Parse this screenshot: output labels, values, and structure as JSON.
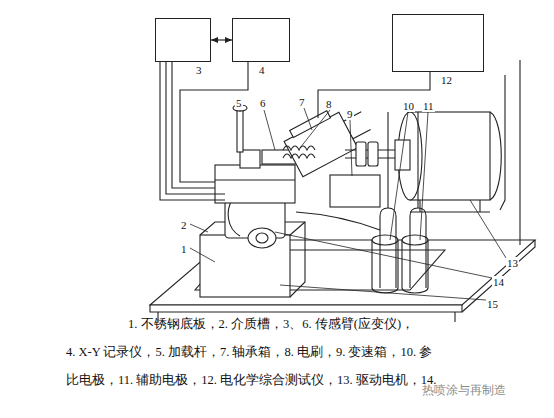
{
  "diagram": {
    "nodes": [
      {
        "text": [
          "3"
        ]
      },
      {
        "text": [
          "4"
        ]
      },
      {
        "text": [
          "12"
        ]
      }
    ],
    "edges": [
      {
        "from": 0,
        "to": 1,
        "arrow": "both"
      }
    ],
    "labels": [
      "1",
      "2",
      "5",
      "6",
      "7",
      "8",
      "9",
      "10",
      "11",
      "13",
      "14",
      "15",
      "1. 不锈钢底板，2. 介质槽，3、6. 传感臂(应变仪)，",
      "4. X-Y 记录仪，5. 加载杆，7. 轴承箱，8. 电刷，9. 变速箱，10. 参",
      "比电极，11. 辅助电极，12. 电化学综合测试仪，13. 驱动电机，14.",
      "热喷涂与再制造"
    ]
  }
}
